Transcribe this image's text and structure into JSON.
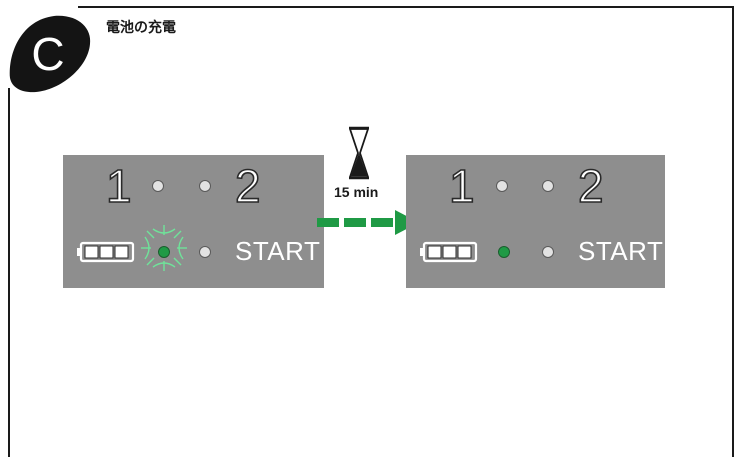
{
  "section": {
    "badge_letter": "C",
    "title": "電池の充電"
  },
  "panel_before": {
    "digit_1": "1",
    "digit_2": "2",
    "start_label": "START",
    "battery_icon": "battery-3-bars-icon",
    "charge_led": "blinking-green",
    "start_led": "off"
  },
  "transition": {
    "icon": "hourglass-icon",
    "duration_label": "15 min",
    "arrow": "dashed-green-arrow",
    "arrow_color": "#1f9a45"
  },
  "panel_after": {
    "digit_1": "1",
    "digit_2": "2",
    "start_label": "START",
    "battery_icon": "battery-3-bars-icon",
    "charge_led": "steady-green",
    "start_led": "off"
  },
  "colors": {
    "panel_bg": "#8e8e8e",
    "led_green": "#1f9a45",
    "led_off": "#e2e2e2"
  }
}
